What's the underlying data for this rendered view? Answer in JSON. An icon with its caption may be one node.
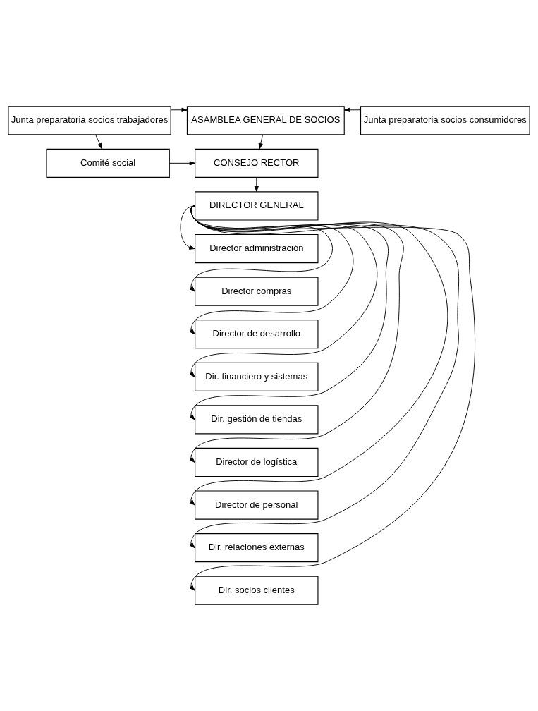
{
  "diagram": {
    "nodes": [
      {
        "text": [
          "Junta preparatoria socios trabajadores"
        ]
      },
      {
        "text": [
          "ASAMBLEA GENERAL DE SOCIOS"
        ]
      },
      {
        "text": [
          "Junta preparatoria socios consumidores"
        ]
      },
      {
        "text": [
          "Comité social"
        ]
      },
      {
        "text": [
          "CONSEJO RECTOR"
        ]
      },
      {
        "text": [
          "DIRECTOR GENERAL"
        ]
      },
      {
        "text": [
          "Director administración"
        ]
      },
      {
        "text": [
          "Director compras"
        ]
      },
      {
        "text": [
          "Director de desarrollo"
        ]
      },
      {
        "text": [
          "Dir. financiero y sistemas"
        ]
      },
      {
        "text": [
          "Dir. gestión de tiendas"
        ]
      },
      {
        "text": [
          "Director de logística"
        ]
      },
      {
        "text": [
          "Director de personal"
        ]
      },
      {
        "text": [
          "Dir. relaciones externas"
        ]
      },
      {
        "text": [
          "Dir. socios clientes"
        ]
      }
    ],
    "edges": [
      {
        "from": 0,
        "to": 1,
        "arrow": "to"
      },
      {
        "from": 2,
        "to": 1,
        "arrow": "to"
      },
      {
        "from": 0,
        "to": 3,
        "arrow": "to"
      },
      {
        "from": 1,
        "to": 4,
        "arrow": "to"
      },
      {
        "from": 3,
        "to": 4,
        "arrow": "to"
      },
      {
        "from": 4,
        "to": 5,
        "arrow": "to"
      },
      {
        "from": 5,
        "to": 6,
        "arrow": "to"
      },
      {
        "from": 5,
        "to": 7,
        "arrow": "to"
      },
      {
        "from": 5,
        "to": 8,
        "arrow": "to"
      },
      {
        "from": 5,
        "to": 9,
        "arrow": "to"
      },
      {
        "from": 5,
        "to": 10,
        "arrow": "to"
      },
      {
        "from": 5,
        "to": 11,
        "arrow": "to"
      },
      {
        "from": 5,
        "to": 12,
        "arrow": "to"
      },
      {
        "from": 5,
        "to": 13,
        "arrow": "to"
      },
      {
        "from": 5,
        "to": 14,
        "arrow": "to"
      }
    ]
  }
}
